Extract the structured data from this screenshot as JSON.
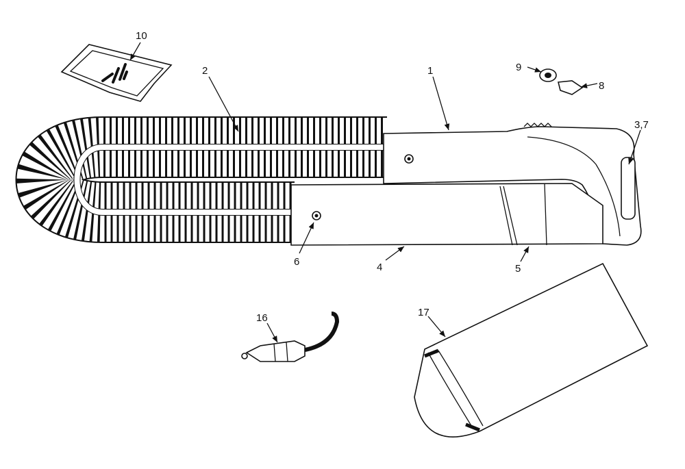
{
  "diagram": {
    "type": "exploded parts diagram",
    "callouts": {
      "bag_hardware": "10",
      "hose": "2",
      "upper_housing": "1",
      "washer": "9",
      "screw": "8",
      "handle_parts": "3,7",
      "fastener": "6",
      "lower_housing": "4",
      "nozzle": "5",
      "power_cord": "16",
      "storage_bag": "17"
    }
  }
}
